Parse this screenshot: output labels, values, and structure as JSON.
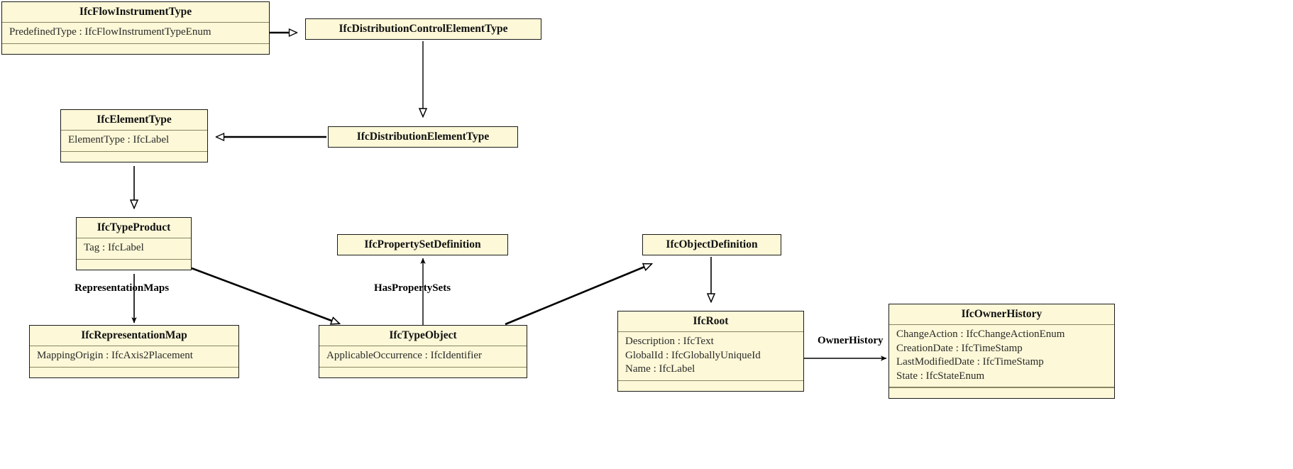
{
  "diagram": {
    "type": "uml-class-diagram",
    "title": "IFC IfcFlowInstrumentType inheritance hierarchy",
    "background_color": "#ffffff",
    "class_fill_color": "#fcf8d8",
    "class_border_color": "#1a1a1a",
    "separator_color": "#8a8560"
  },
  "classes": [
    {
      "id": "ifcflowinstrumenttype",
      "name": "IfcFlowInstrumentType",
      "attributes": [
        "PredefinedType : IfcFlowInstrumentTypeEnum"
      ],
      "has_empty_compartment": true
    },
    {
      "id": "ifcdistributioncontrolelementtype",
      "name": "IfcDistributionControlElementType",
      "attributes": [],
      "has_empty_compartment": false
    },
    {
      "id": "ifcelementtype",
      "name": "IfcElementType",
      "attributes": [
        "ElementType : IfcLabel"
      ],
      "has_empty_compartment": true
    },
    {
      "id": "ifcdistributionelementtype",
      "name": "IfcDistributionElementType",
      "attributes": [],
      "has_empty_compartment": false
    },
    {
      "id": "ifctypeproduct",
      "name": "IfcTypeProduct",
      "attributes": [
        "Tag : IfcLabel"
      ],
      "has_empty_compartment": true
    },
    {
      "id": "ifcpropertysetdefinition",
      "name": "IfcPropertySetDefinition",
      "attributes": [],
      "has_empty_compartment": false
    },
    {
      "id": "ifcobjectdefinition",
      "name": "IfcObjectDefinition",
      "attributes": [],
      "has_empty_compartment": false
    },
    {
      "id": "ifcrepresentationmap",
      "name": "IfcRepresentationMap",
      "attributes": [
        "MappingOrigin : IfcAxis2Placement"
      ],
      "has_empty_compartment": true
    },
    {
      "id": "ifctypeobject",
      "name": "IfcTypeObject",
      "attributes": [
        "ApplicableOccurrence : IfcIdentifier"
      ],
      "has_empty_compartment": true
    },
    {
      "id": "ifcroot",
      "name": "IfcRoot",
      "attributes": [
        "Description : IfcText",
        "GlobalId : IfcGloballyUniqueId",
        "Name : IfcLabel"
      ],
      "has_empty_compartment": true
    },
    {
      "id": "ifcownerhistory",
      "name": "IfcOwnerHistory",
      "attributes": [
        "ChangeAction : IfcChangeActionEnum",
        "CreationDate : IfcTimeStamp",
        "LastModifiedDate : IfcTimeStamp",
        "State : IfcStateEnum"
      ],
      "has_empty_compartment": true
    }
  ],
  "edge_labels": [
    {
      "id": "representationmaps",
      "text": "RepresentationMaps"
    },
    {
      "id": "haspropertysets",
      "text": "HasPropertySets"
    },
    {
      "id": "ownerhistory",
      "text": "OwnerHistory"
    }
  ],
  "relationships": [
    {
      "from": "IfcFlowInstrumentType",
      "to": "IfcDistributionControlElementType",
      "kind": "generalization"
    },
    {
      "from": "IfcDistributionControlElementType",
      "to": "IfcDistributionElementType",
      "kind": "generalization"
    },
    {
      "from": "IfcDistributionElementType",
      "to": "IfcElementType",
      "kind": "generalization"
    },
    {
      "from": "IfcElementType",
      "to": "IfcTypeProduct",
      "kind": "generalization"
    },
    {
      "from": "IfcTypeProduct",
      "to": "IfcTypeObject",
      "kind": "generalization"
    },
    {
      "from": "IfcTypeProduct",
      "to": "IfcRepresentationMap",
      "kind": "association",
      "label": "RepresentationMaps"
    },
    {
      "from": "IfcTypeObject",
      "to": "IfcPropertySetDefinition",
      "kind": "association",
      "label": "HasPropertySets"
    },
    {
      "from": "IfcTypeObject",
      "to": "IfcObjectDefinition",
      "kind": "generalization"
    },
    {
      "from": "IfcObjectDefinition",
      "to": "IfcRoot",
      "kind": "generalization"
    },
    {
      "from": "IfcRoot",
      "to": "IfcOwnerHistory",
      "kind": "association",
      "label": "OwnerHistory"
    }
  ]
}
